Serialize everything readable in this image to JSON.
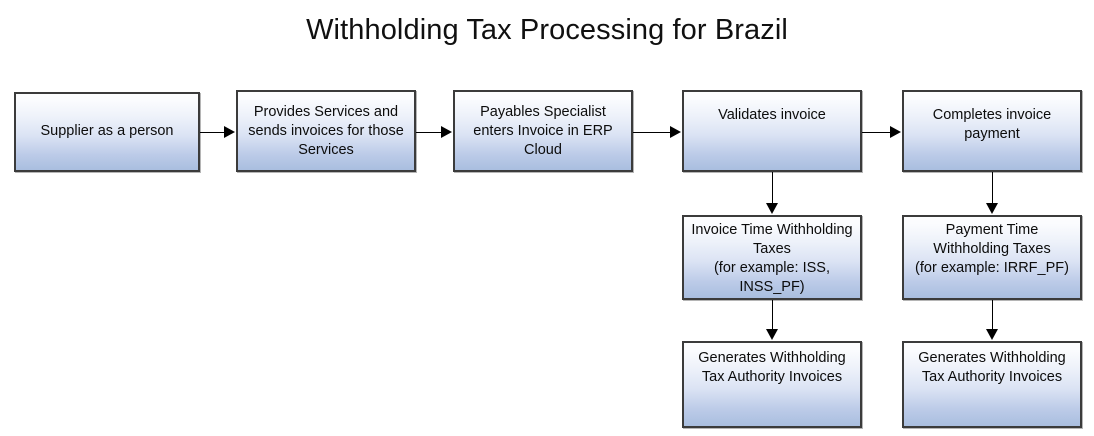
{
  "title": "Withholding Tax Processing for Brazil",
  "diagram": {
    "type": "flowchart",
    "orientation": "left-to-right with downward branches",
    "nodes": [
      {
        "id": "supplier",
        "label": "Supplier as a person"
      },
      {
        "id": "provides",
        "label": "Provides Services and sends invoices for those Services"
      },
      {
        "id": "payables",
        "label": "Payables Specialist enters Invoice in ERP Cloud"
      },
      {
        "id": "validates",
        "label": "Validates invoice"
      },
      {
        "id": "completes",
        "label": "Completes invoice payment"
      },
      {
        "id": "invoice-time-wht",
        "label": "Invoice Time Withholding Taxes\n(for example: ISS, INSS_PF)"
      },
      {
        "id": "payment-time-wht",
        "label": "Payment Time Withholding Taxes\n(for example: IRRF_PF)"
      },
      {
        "id": "gen-invoice-auth",
        "label": "Generates Withholding Tax Authority Invoices"
      },
      {
        "id": "gen-payment-auth",
        "label": "Generates Withholding Tax Authority Invoices"
      }
    ],
    "edges": [
      {
        "from": "supplier",
        "to": "provides",
        "direction": "right"
      },
      {
        "from": "provides",
        "to": "payables",
        "direction": "right"
      },
      {
        "from": "payables",
        "to": "validates",
        "direction": "right"
      },
      {
        "from": "validates",
        "to": "completes",
        "direction": "right"
      },
      {
        "from": "validates",
        "to": "invoice-time-wht",
        "direction": "down"
      },
      {
        "from": "completes",
        "to": "payment-time-wht",
        "direction": "down"
      },
      {
        "from": "invoice-time-wht",
        "to": "gen-invoice-auth",
        "direction": "down"
      },
      {
        "from": "payment-time-wht",
        "to": "gen-payment-auth",
        "direction": "down"
      }
    ]
  },
  "colors": {
    "node_fill_top": "#fcfdfe",
    "node_fill_bottom": "#a9bedf",
    "node_border": "#3b3b3b",
    "connector": "#000000",
    "title_text": "#101010",
    "background": "#ffffff"
  }
}
